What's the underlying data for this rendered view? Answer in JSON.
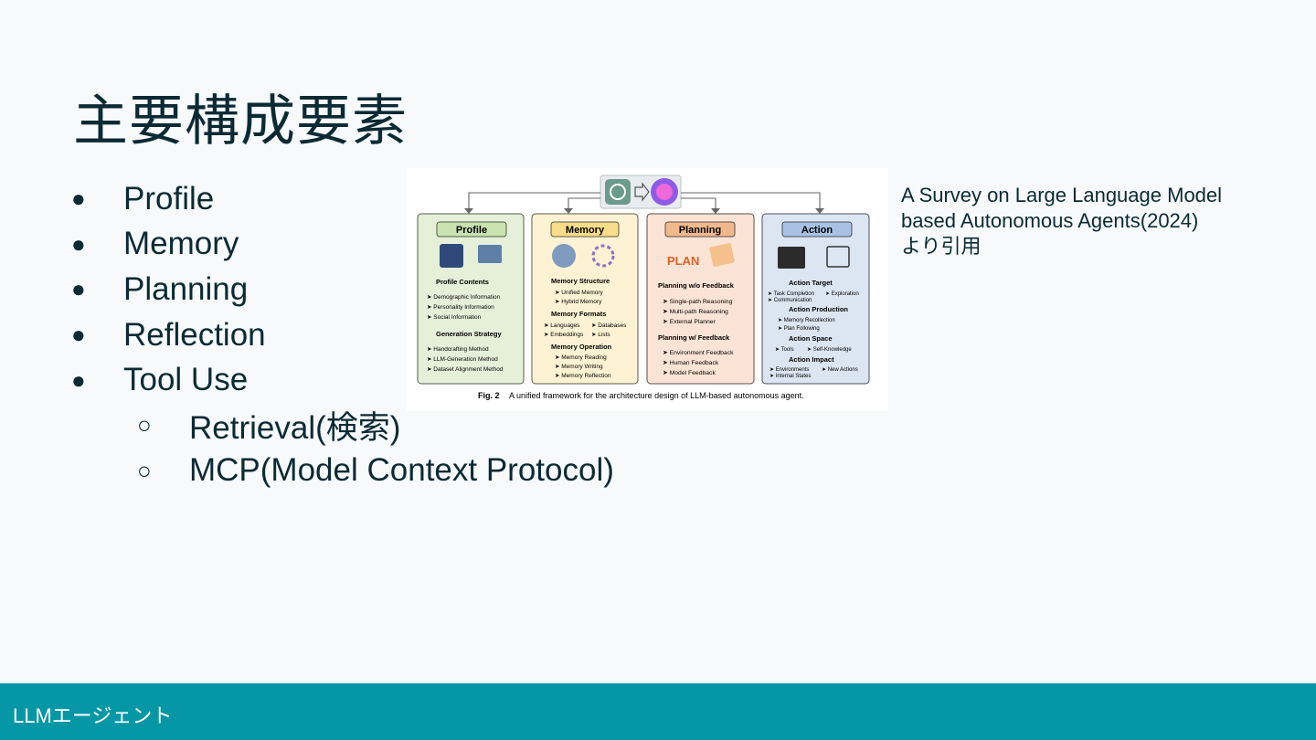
{
  "slide": {
    "title": "主要構成要素",
    "bullets": [
      {
        "text": "Profile",
        "level": 1
      },
      {
        "text": "Memory",
        "level": 1
      },
      {
        "text": "Planning",
        "level": 1
      },
      {
        "text": "Reflection",
        "level": 1
      },
      {
        "text": "Tool Use",
        "level": 1
      },
      {
        "text": "Retrieval(検索)",
        "level": 2
      },
      {
        "text": "MCP(Model Context Protocol)",
        "level": 2
      }
    ],
    "bullet_glyph": "●",
    "sub_bullet_glyph": "○",
    "caption": {
      "line1": "A Survey on Large Language Model",
      "line2": "based Autonomous Agents(2024)",
      "line3": "より引用"
    }
  },
  "figure": {
    "modules": [
      {
        "name": "Profile",
        "color": "#e6f0d9",
        "header": "#c9e2b0",
        "sections": [
          {
            "heading": "Profile Contents",
            "items": [
              "Demographic Information",
              "Personality Information",
              "Social Information"
            ]
          },
          {
            "heading": "Generation Strategy",
            "items": [
              "Handcrafting Method",
              "LLM-Generation Method",
              "Dataset Alignment Method"
            ]
          }
        ]
      },
      {
        "name": "Memory",
        "color": "#fdf3d4",
        "header": "#f8dd8a",
        "sections": [
          {
            "heading": "Memory Structure",
            "items": [
              "Unified Memory",
              "Hybrid Memory"
            ]
          },
          {
            "heading": "Memory Formats",
            "items": [
              "Languages",
              "Databases",
              "Embeddings",
              "Lists"
            ]
          },
          {
            "heading": "Memory Operation",
            "items": [
              "Memory Reading",
              "Memory Writing",
              "Memory Reflection"
            ]
          }
        ]
      },
      {
        "name": "Planning",
        "color": "#fbe4d5",
        "header": "#f0b98d",
        "sections": [
          {
            "heading": "Planning w/o Feedback",
            "items": [
              "Single-path Reasoning",
              "Multi-path Reasoning",
              "External Planner"
            ]
          },
          {
            "heading": "Planning w/ Feedback",
            "items": [
              "Environment Feedback",
              "Human Feedback",
              "Model Feedback"
            ]
          }
        ]
      },
      {
        "name": "Action",
        "color": "#dce6f2",
        "header": "#a9c1e3",
        "sections": [
          {
            "heading": "Action Target",
            "items": [
              "Task Completion",
              "Exploration",
              "Communication"
            ]
          },
          {
            "heading": "Action Production",
            "items": [
              "Memory Recollection",
              "Plan Following"
            ]
          },
          {
            "heading": "Action Space",
            "items": [
              "Tools",
              "Self-Knowledge"
            ]
          },
          {
            "heading": "Action Impact",
            "items": [
              "Environments",
              "New Actions",
              "Internal States"
            ]
          }
        ]
      }
    ],
    "caption_label": "Fig. 2",
    "caption_text": "A unified framework for the architecture design of LLM-based autonomous agent.",
    "plan_label": "PLAN",
    "icons": [
      "chatgpt-logo-icon",
      "arrow-icon",
      "brain-icon",
      "person-icon",
      "laptop-icon",
      "head-icon",
      "network-icon",
      "plan-icon",
      "clapperboard-icon",
      "runner-icon"
    ]
  },
  "footer": {
    "label": "LLMエージェント"
  }
}
